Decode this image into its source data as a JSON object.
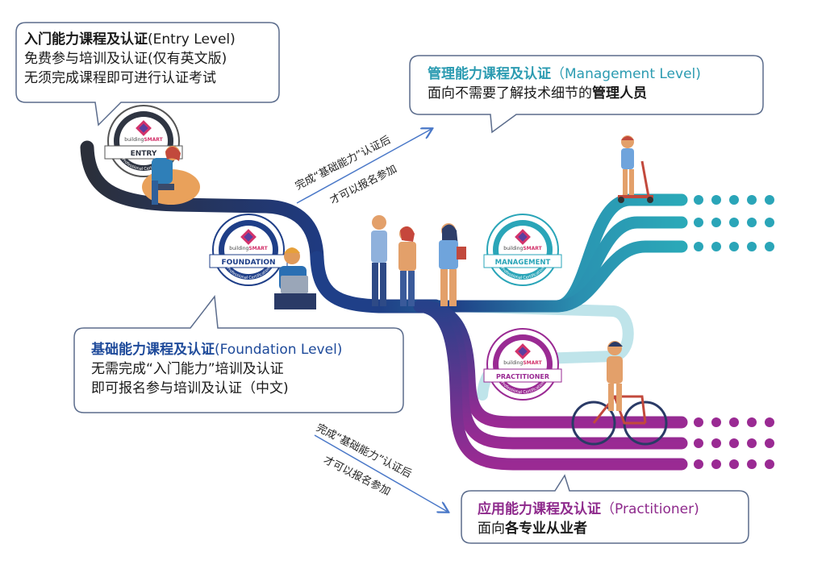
{
  "entry": {
    "title": "入门能力课程及认证",
    "title_en": "(Entry Level)",
    "line2": "免费参与培训及认证(仅有英文版)",
    "line3": "无须完成课程即可进行认证考试",
    "badge_label": "ENTRY"
  },
  "management": {
    "title": "管理能力课程及认证",
    "title_en": "（Management Level)",
    "line2_prefix": "面向不需要了解技术细节的",
    "line2_bold": "管理人员",
    "badge_label": "MANAGEMENT"
  },
  "foundation": {
    "title": "基础能力课程及认证",
    "title_en": "(Foundation Level)",
    "line2": "无需完成“入门能力”培训及认证",
    "line3": "即可报名参与培训及认证（中文)",
    "badge_label": "FOUNDATION"
  },
  "practitioner": {
    "title": "应用能力课程及认证",
    "title_en": "（Practitioner)",
    "line2_prefix": "面向",
    "line2_bold": "各专业从业者",
    "badge_label": "PRACTITIONER"
  },
  "notes": {
    "upper_line1": "完成“基础能力”认证后",
    "upper_line2": "才可以报名参加",
    "lower_line1": "完成“基础能力”认证后",
    "lower_line2": "才可以报名参加"
  },
  "badge_common": {
    "brand_small": "building",
    "brand_bold": "SMART",
    "arc_text": "Professional Certification"
  },
  "colors": {
    "entry_track": "#2f3542",
    "foundation_track": "#1e3f8a",
    "management_track": "#2aa5b8",
    "practitioner_track": "#9a2a93",
    "connector_light": "#b9e3ea",
    "callout_border": "#5b6c8c"
  }
}
